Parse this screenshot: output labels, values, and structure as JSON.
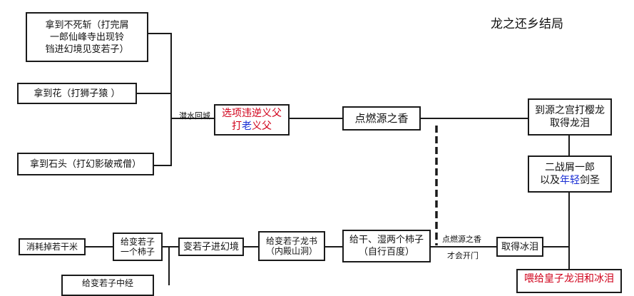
{
  "title": "龙之还乡结局",
  "nodes": {
    "fushi": [
      "拿到不死斩（打完屑",
      "一郎仙峰寺出现铃",
      "铛进幻境见变若子）"
    ],
    "hua": "拿到花（打狮子猿 ）",
    "shitou": "拿到石头（打幻影破戒僧）",
    "xuanxiang": {
      "part1": "选项违逆义父",
      "part2": "打",
      "part3": "老",
      "part4": "义父"
    },
    "dianran": "点燃源之香",
    "yuanzhigong": [
      "到源之宫打樱龙",
      "取得龙泪"
    ],
    "erzhan": {
      "line1": "二战屑一郎",
      "line2a": "以及",
      "line2b": "年轻",
      "line2c": "剑圣"
    },
    "xiaohao": "消耗掉若干米",
    "gei_shizi": [
      "给变若子",
      "一个柿子"
    ],
    "jinhuanjing": "变若子进幻境",
    "longshu": [
      "给变若子龙书",
      "（内殿山洞）"
    ],
    "ganshi": [
      "给干、湿两个柿子",
      "（自行百度）"
    ],
    "bingle": "取得冰泪",
    "weigei": "喂给皇子龙泪和冰泪",
    "zhongjing": "给变若子中经"
  },
  "labels": {
    "qianshui": "潜水回城",
    "dianran_label": "点燃源之香",
    "kaimen": "才会开门"
  }
}
